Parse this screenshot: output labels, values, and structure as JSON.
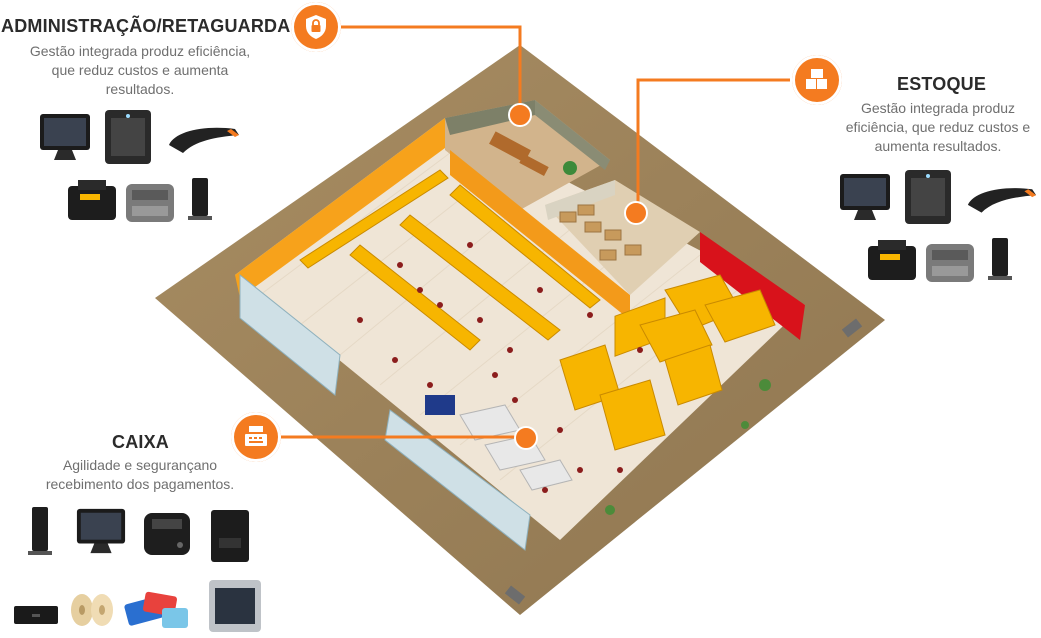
{
  "administracao": {
    "title": "ADMINISTRAÇÃO/RETAGUARDA",
    "desc_line1": "Gestão integrada produz eficiência,",
    "desc_line2": "que reduz custos e aumenta",
    "desc_line3": "resultados."
  },
  "estoque": {
    "title": "ESTOQUE",
    "desc_line1": "Gestão integrada produz",
    "desc_line2": "eficiência, que reduz custos e",
    "desc_line3": "aumenta resultados."
  },
  "caixa": {
    "title": "CAIXA",
    "desc_line1": "Agilidade e segurançano",
    "desc_line2": "recebimento dos pagamentos."
  },
  "colors": {
    "accent": "#f47b20",
    "shelf": "#f7b500",
    "accent_wall": "#d8121b"
  },
  "icons": {
    "administracao": "lock-shield-icon",
    "estoque": "boxes-icon",
    "caixa": "cash-register-icon"
  }
}
